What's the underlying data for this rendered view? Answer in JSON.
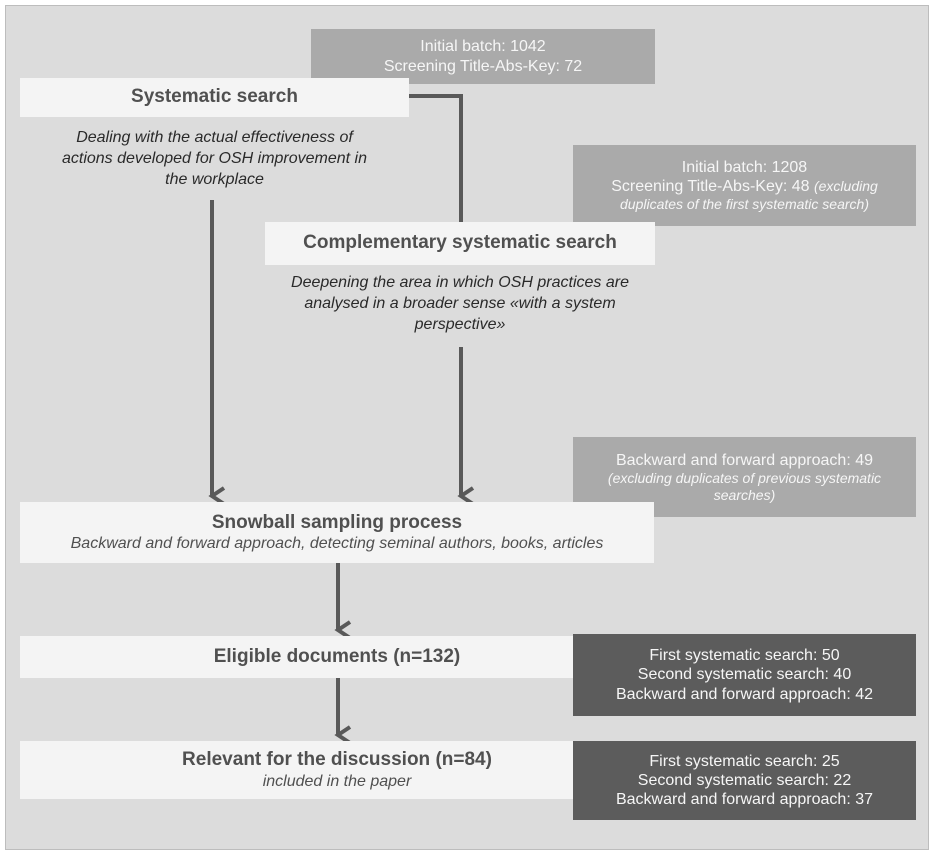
{
  "boxes": {
    "batch1": {
      "line1": "Initial batch: 1042",
      "line2": "Screening Title-Abs-Key: 72"
    },
    "systematic": {
      "title": "Systematic search",
      "desc": "Dealing with the actual effectiveness of actions developed for OSH improvement in the workplace"
    },
    "batch2": {
      "line1": "Initial batch: 1208",
      "line2_a": "Screening Title-Abs-Key: 48 ",
      "line2_b": "(excluding",
      "line3": "duplicates of the first systematic search)"
    },
    "complementary": {
      "title": "Complementary systematic search",
      "desc": "Deepening the area in which OSH practices are analysed in a broader sense «with a system perspective»"
    },
    "backward": {
      "line1": "Backward and forward approach: 49",
      "line2": "(excluding duplicates of previous systematic searches)"
    },
    "snowball": {
      "title": "Snowball sampling process",
      "sub": "Backward and forward approach, detecting seminal authors, books, articles"
    },
    "eligible": {
      "title": "Eligible documents (n=132)"
    },
    "eligible_counts": {
      "line1": "First systematic search: 50",
      "line2": "Second systematic search: 40",
      "line3": "Backward and forward approach: 42"
    },
    "relevant": {
      "title": "Relevant for the discussion (n=84)",
      "sub": "included in the paper"
    },
    "relevant_counts": {
      "line1": "First systematic search: 25",
      "line2": "Second systematic search: 22",
      "line3": "Backward and forward approach: 37"
    }
  },
  "colors": {
    "background": "#dcdcdc",
    "white_box": "#f4f4f4",
    "light_box": "#aaaaaa",
    "dark_box": "#5c5c5c",
    "arrow": "#595959"
  }
}
